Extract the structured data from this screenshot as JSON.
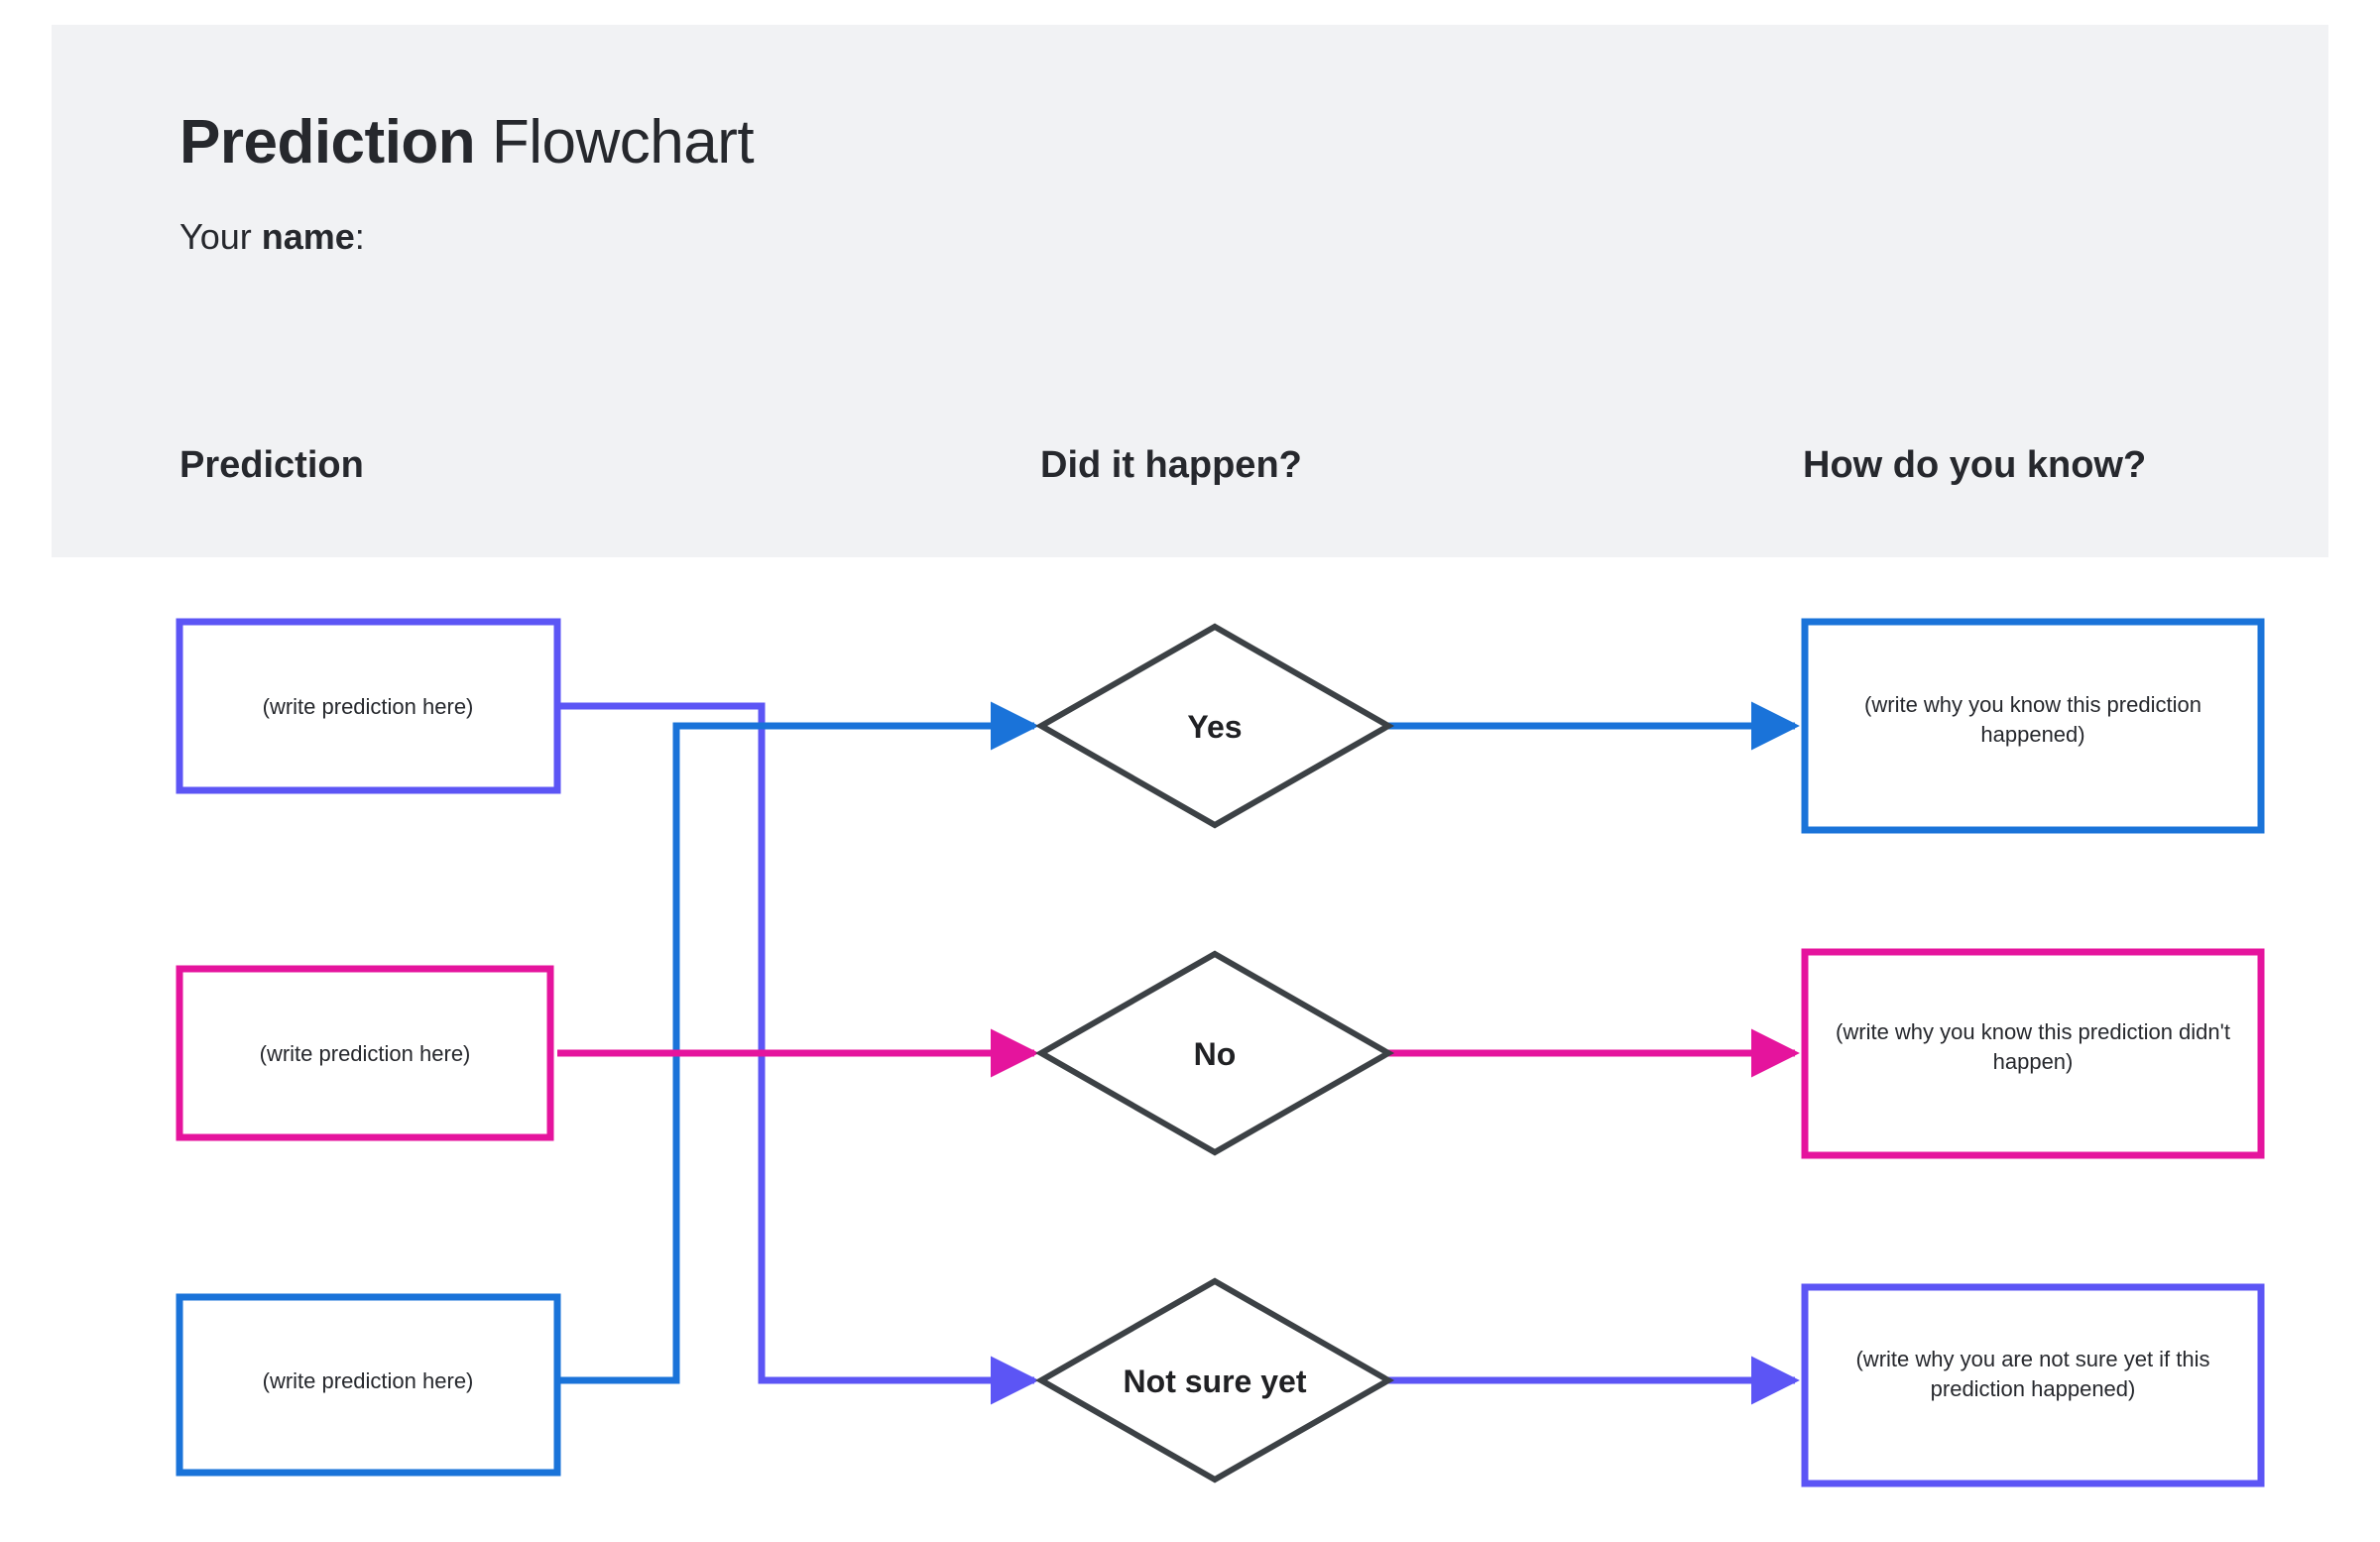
{
  "header": {
    "title_bold": "Prediction",
    "title_rest": " Flowchart",
    "subtitle_prefix": "Your ",
    "subtitle_bold": "name",
    "subtitle_suffix": ":",
    "band_color": "#F1F2F4"
  },
  "columns": [
    {
      "label": "Prediction"
    },
    {
      "label": "Did it happen?"
    },
    {
      "label": "How do you know?"
    }
  ],
  "colors": {
    "purple": "#5C55F5",
    "magenta": "#E5149D",
    "blue": "#1A73D9",
    "diamond_stroke": "#3C4145",
    "text": "#26282D"
  },
  "chart_data": {
    "type": "flowchart",
    "title": "Prediction Flowchart",
    "columns": [
      "Prediction",
      "Did it happen?",
      "How do you know?"
    ],
    "nodes": [
      {
        "id": "pred1",
        "shape": "rect",
        "column": 1,
        "row": 1,
        "label": "(write prediction here)",
        "color": "#5C55F5"
      },
      {
        "id": "pred2",
        "shape": "rect",
        "column": 1,
        "row": 2,
        "label": "(write prediction here)",
        "color": "#E5149D"
      },
      {
        "id": "pred3",
        "shape": "rect",
        "column": 1,
        "row": 3,
        "label": "(write prediction here)",
        "color": "#1A73D9"
      },
      {
        "id": "yes",
        "shape": "diamond",
        "column": 2,
        "row": 1,
        "label": "Yes",
        "color": "#3C4145"
      },
      {
        "id": "no",
        "shape": "diamond",
        "column": 2,
        "row": 2,
        "label": "No",
        "color": "#3C4145"
      },
      {
        "id": "maybe",
        "shape": "diamond",
        "column": 2,
        "row": 3,
        "label": "Not sure yet",
        "color": "#3C4145"
      },
      {
        "id": "why1",
        "shape": "rect",
        "column": 3,
        "row": 1,
        "label": "(write why you know this prediction happened)",
        "color": "#1A73D9"
      },
      {
        "id": "why2",
        "shape": "rect",
        "column": 3,
        "row": 2,
        "label": "(write why you know this prediction didn't happen)",
        "color": "#E5149D"
      },
      {
        "id": "why3",
        "shape": "rect",
        "column": 3,
        "row": 3,
        "label": "(write why you are not sure yet if this prediction happened)",
        "color": "#5C55F5"
      }
    ],
    "edges": [
      {
        "from": "pred1",
        "to": "maybe",
        "color": "#5C55F5",
        "route": "orthogonal"
      },
      {
        "from": "pred2",
        "to": "no",
        "color": "#E5149D",
        "route": "straight"
      },
      {
        "from": "pred3",
        "to": "yes",
        "color": "#1A73D9",
        "route": "orthogonal"
      },
      {
        "from": "yes",
        "to": "why1",
        "color": "#1A73D9",
        "route": "straight"
      },
      {
        "from": "no",
        "to": "why2",
        "color": "#E5149D",
        "route": "straight"
      },
      {
        "from": "maybe",
        "to": "why3",
        "color": "#5C55F5",
        "route": "straight"
      }
    ]
  },
  "nodes": {
    "pred1": {
      "label": "(write prediction here)"
    },
    "pred2": {
      "label": "(write prediction here)"
    },
    "pred3": {
      "label": "(write prediction here)"
    },
    "yes": {
      "label": "Yes"
    },
    "no": {
      "label": "No"
    },
    "maybe": {
      "label": "Not sure yet"
    },
    "why1": {
      "line1": "(write why you know this prediction",
      "line2": "happened)"
    },
    "why2": {
      "line1": "(write why you know this prediction didn't",
      "line2": "happen)"
    },
    "why3": {
      "line1": "(write why you are not sure yet if this",
      "line2": "prediction happened)"
    }
  }
}
